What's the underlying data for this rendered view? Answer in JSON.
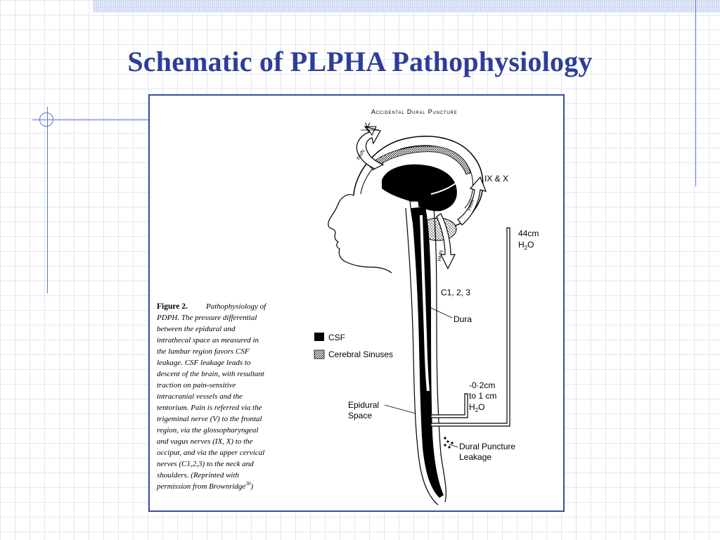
{
  "slide": {
    "title": "Schematic of PLPHA Pathophysiology"
  },
  "figure": {
    "heading": "Accidental Dural Puncture",
    "labels": {
      "trigeminal": "V",
      "pain_top": "PAIN",
      "pain_back": "PAIN",
      "pain_neck": "PAIN",
      "vagus": "IX & X",
      "cervical": "C1, 2, 3",
      "dura": "Dura",
      "pressure_high": "44cm",
      "pressure_high_unit": "H2O",
      "pressure_low_1": "-0·2cm",
      "pressure_low_2": "to 1 cm",
      "pressure_low_unit": "H2O",
      "epidural_1": "Epidural",
      "epidural_2": "Space",
      "puncture_1": "Dural Puncture",
      "puncture_2": "Leakage"
    },
    "legend": [
      {
        "key": "csf",
        "label": "CSF",
        "swatch": "#000000"
      },
      {
        "key": "sinus",
        "label": "Cerebral Sinuses",
        "swatch": "hatched"
      }
    ],
    "caption": {
      "label": "Figure 2.",
      "lines": [
        "Pathophysiology of",
        "PDPH. The pressure differential",
        "between the epidural and",
        "intrathecal space as measured in",
        "the lumbar region favors CSF",
        "leakage. CSF leakage leads to",
        "descent of the brain, with resultant",
        "traction on pain-sensitive",
        "intracranial vessels and the",
        "tentorium. Pain is referred via the",
        "trigeminal nerve (V) to the frontal",
        "region, via the glossopharyngeal",
        "and vagus nerves (IX, X) to the",
        "occiput, and via the upper cervical",
        "nerves (C1,2,3) to the neck and",
        "shoulders. (Reprinted with",
        "permission from Brownridge",
        "30",
        ")"
      ]
    }
  },
  "colors": {
    "title": "#2e3d9a",
    "accent_line": "#5a78c8",
    "frame": "#3a4d9a"
  }
}
